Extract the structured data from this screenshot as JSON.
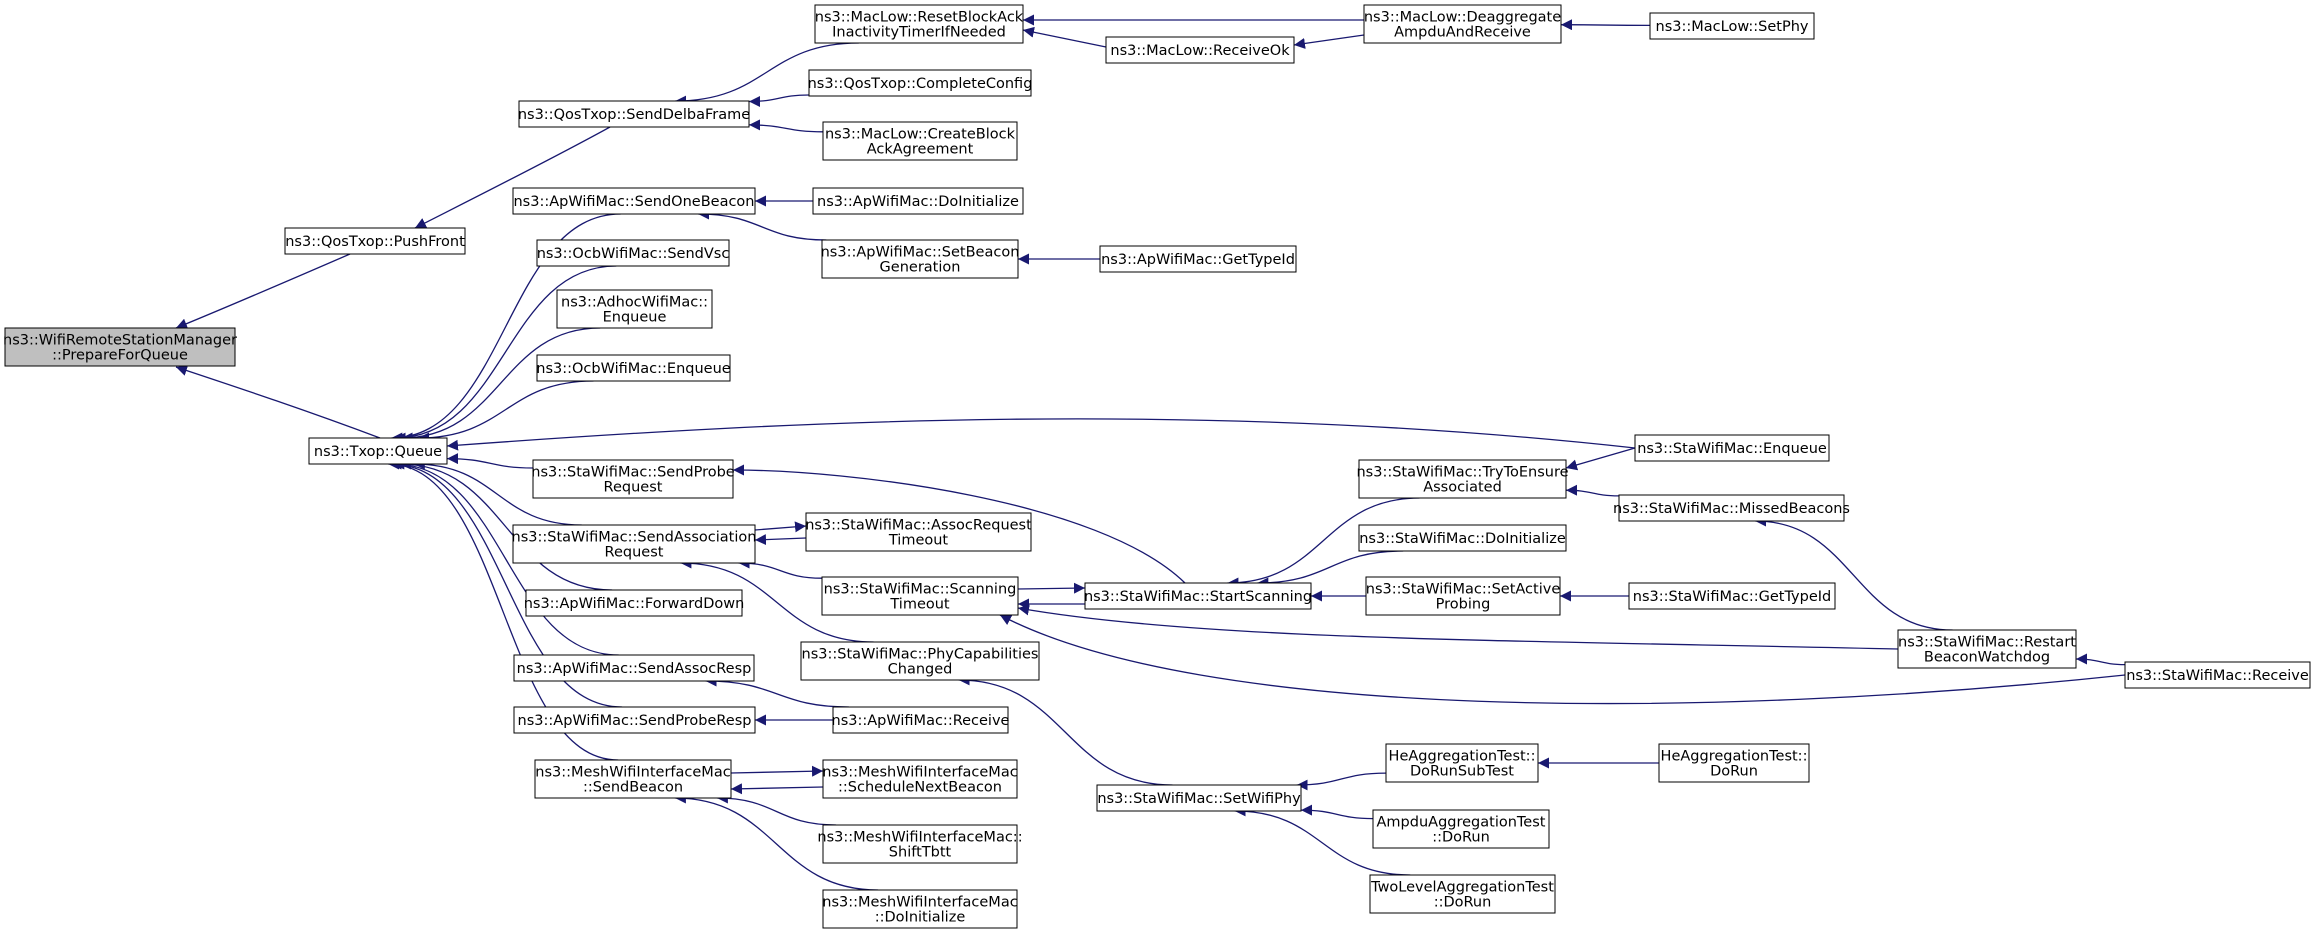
{
  "diagram": {
    "type": "call-graph",
    "colors": {
      "edge": "#191970",
      "node_border": "#000000",
      "node_fill": "#ffffff",
      "root_fill": "#bfbfbf"
    },
    "nodes": [
      {
        "id": "prepare",
        "lines": [
          "ns3::WifiRemoteStationManager",
          "::PrepareForQueue"
        ],
        "root": true
      },
      {
        "id": "pushfront",
        "lines": [
          "ns3::QosTxop::PushFront"
        ]
      },
      {
        "id": "queue",
        "lines": [
          "ns3::Txop::Queue"
        ]
      },
      {
        "id": "senddelba",
        "lines": [
          "ns3::QosTxop::SendDelbaFrame"
        ]
      },
      {
        "id": "resetblock",
        "lines": [
          "ns3::MacLow::ResetBlockAck",
          "InactivityTimerIfNeeded"
        ]
      },
      {
        "id": "completeconfig",
        "lines": [
          "ns3::QosTxop::CompleteConfig"
        ]
      },
      {
        "id": "createblock",
        "lines": [
          "ns3::MacLow::CreateBlock",
          "AckAgreement"
        ]
      },
      {
        "id": "receiveok",
        "lines": [
          "ns3::MacLow::ReceiveOk"
        ]
      },
      {
        "id": "deaggregate",
        "lines": [
          "ns3::MacLow::Deaggregate",
          "AmpduAndReceive"
        ]
      },
      {
        "id": "setphy",
        "lines": [
          "ns3::MacLow::SetPhy"
        ]
      },
      {
        "id": "sendonebeacon",
        "lines": [
          "ns3::ApWifiMac::SendOneBeacon"
        ]
      },
      {
        "id": "apdoinit",
        "lines": [
          "ns3::ApWifiMac::DoInitialize"
        ]
      },
      {
        "id": "setbeacongen",
        "lines": [
          "ns3::ApWifiMac::SetBeacon",
          "Generation"
        ]
      },
      {
        "id": "apgettypeid",
        "lines": [
          "ns3::ApWifiMac::GetTypeId"
        ]
      },
      {
        "id": "ocbsendvsc",
        "lines": [
          "ns3::OcbWifiMac::SendVsc"
        ]
      },
      {
        "id": "adhocenqueue",
        "lines": [
          "ns3::AdhocWifiMac::",
          "Enqueue"
        ]
      },
      {
        "id": "ocbenqueue",
        "lines": [
          "ns3::OcbWifiMac::Enqueue"
        ]
      },
      {
        "id": "staenqueue",
        "lines": [
          "ns3::StaWifiMac::Enqueue"
        ]
      },
      {
        "id": "sendprobereq",
        "lines": [
          "ns3::StaWifiMac::SendProbe",
          "Request"
        ]
      },
      {
        "id": "sendassocreq",
        "lines": [
          "ns3::StaWifiMac::SendAssociation",
          "Request"
        ]
      },
      {
        "id": "assocreqtimeout",
        "lines": [
          "ns3::StaWifiMac::AssocRequest",
          "Timeout"
        ]
      },
      {
        "id": "scanningtimeout",
        "lines": [
          "ns3::StaWifiMac::Scanning",
          "Timeout"
        ]
      },
      {
        "id": "startscanning",
        "lines": [
          "ns3::StaWifiMac::StartScanning"
        ]
      },
      {
        "id": "trytoensure",
        "lines": [
          "ns3::StaWifiMac::TryToEnsure",
          "Associated"
        ]
      },
      {
        "id": "missedbeacons",
        "lines": [
          "ns3::StaWifiMac::MissedBeacons"
        ]
      },
      {
        "id": "stadoinit",
        "lines": [
          "ns3::StaWifiMac::DoInitialize"
        ]
      },
      {
        "id": "setactiveprobing",
        "lines": [
          "ns3::StaWifiMac::SetActive",
          "Probing"
        ]
      },
      {
        "id": "stagettypeid",
        "lines": [
          "ns3::StaWifiMac::GetTypeId"
        ]
      },
      {
        "id": "restartbeacon",
        "lines": [
          "ns3::StaWifiMac::Restart",
          "BeaconWatchdog"
        ]
      },
      {
        "id": "stareceive",
        "lines": [
          "ns3::StaWifiMac::Receive"
        ]
      },
      {
        "id": "forwarddown",
        "lines": [
          "ns3::ApWifiMac::ForwardDown"
        ]
      },
      {
        "id": "phycap",
        "lines": [
          "ns3::StaWifiMac::PhyCapabilities",
          "Changed"
        ]
      },
      {
        "id": "sendassocresp",
        "lines": [
          "ns3::ApWifiMac::SendAssocResp"
        ]
      },
      {
        "id": "sendproberesp",
        "lines": [
          "ns3::ApWifiMac::SendProbeResp"
        ]
      },
      {
        "id": "apreceive",
        "lines": [
          "ns3::ApWifiMac::Receive"
        ]
      },
      {
        "id": "meshsendbeacon",
        "lines": [
          "ns3::MeshWifiInterfaceMac",
          "::SendBeacon"
        ]
      },
      {
        "id": "meshschedule",
        "lines": [
          "ns3::MeshWifiInterfaceMac",
          "::ScheduleNextBeacon"
        ]
      },
      {
        "id": "meshshift",
        "lines": [
          "ns3::MeshWifiInterfaceMac::",
          "ShiftTbtt"
        ]
      },
      {
        "id": "meshdoinit",
        "lines": [
          "ns3::MeshWifiInterfaceMac",
          "::DoInitialize"
        ]
      },
      {
        "id": "setwifiphy",
        "lines": [
          "ns3::StaWifiMac::SetWifiPhy"
        ]
      },
      {
        "id": "hedorunsub",
        "lines": [
          "HeAggregationTest::",
          "DoRunSubTest"
        ]
      },
      {
        "id": "hedorun",
        "lines": [
          "HeAggregationTest::",
          "DoRun"
        ]
      },
      {
        "id": "ampdudorun",
        "lines": [
          "AmpduAggregationTest",
          "::DoRun"
        ]
      },
      {
        "id": "twoleveldorun",
        "lines": [
          "TwoLevelAggregationTest",
          "::DoRun"
        ]
      }
    ],
    "edges": [
      {
        "from": "pushfront",
        "to": "prepare"
      },
      {
        "from": "queue",
        "to": "prepare"
      },
      {
        "from": "senddelba",
        "to": "pushfront"
      },
      {
        "from": "resetblock",
        "to": "senddelba"
      },
      {
        "from": "completeconfig",
        "to": "senddelba"
      },
      {
        "from": "createblock",
        "to": "senddelba"
      },
      {
        "from": "receiveok",
        "to": "resetblock"
      },
      {
        "from": "deaggregate",
        "to": "resetblock"
      },
      {
        "from": "deaggregate",
        "to": "receiveok"
      },
      {
        "from": "setphy",
        "to": "deaggregate"
      },
      {
        "from": "sendonebeacon",
        "to": "queue"
      },
      {
        "from": "ocbsendvsc",
        "to": "queue"
      },
      {
        "from": "adhocenqueue",
        "to": "queue"
      },
      {
        "from": "ocbenqueue",
        "to": "queue"
      },
      {
        "from": "staenqueue",
        "to": "queue"
      },
      {
        "from": "sendprobereq",
        "to": "queue"
      },
      {
        "from": "sendassocreq",
        "to": "queue"
      },
      {
        "from": "forwarddown",
        "to": "queue"
      },
      {
        "from": "sendassocresp",
        "to": "queue"
      },
      {
        "from": "sendproberesp",
        "to": "queue"
      },
      {
        "from": "meshsendbeacon",
        "to": "queue"
      },
      {
        "from": "apdoinit",
        "to": "sendonebeacon"
      },
      {
        "from": "setbeacongen",
        "to": "sendonebeacon"
      },
      {
        "from": "apgettypeid",
        "to": "setbeacongen"
      },
      {
        "from": "startscanning",
        "to": "sendprobereq"
      },
      {
        "from": "assocreqtimeout",
        "to": "sendassocreq"
      },
      {
        "from": "sendassocreq",
        "to": "assocreqtimeout"
      },
      {
        "from": "scanningtimeout",
        "to": "sendassocreq"
      },
      {
        "from": "phycap",
        "to": "sendassocreq"
      },
      {
        "from": "scanningtimeout",
        "to": "startscanning"
      },
      {
        "from": "startscanning",
        "to": "scanningtimeout"
      },
      {
        "from": "restartbeacon",
        "to": "scanningtimeout"
      },
      {
        "from": "stareceive",
        "to": "scanningtimeout"
      },
      {
        "from": "trytoensure",
        "to": "startscanning"
      },
      {
        "from": "stadoinit",
        "to": "startscanning"
      },
      {
        "from": "setactiveprobing",
        "to": "startscanning"
      },
      {
        "from": "staenqueue",
        "to": "trytoensure"
      },
      {
        "from": "missedbeacons",
        "to": "trytoensure"
      },
      {
        "from": "restartbeacon",
        "to": "missedbeacons"
      },
      {
        "from": "stagettypeid",
        "to": "setactiveprobing"
      },
      {
        "from": "stareceive",
        "to": "restartbeacon"
      },
      {
        "from": "apreceive",
        "to": "sendassocresp"
      },
      {
        "from": "apreceive",
        "to": "sendproberesp"
      },
      {
        "from": "meshschedule",
        "to": "meshsendbeacon"
      },
      {
        "from": "meshsendbeacon",
        "to": "meshschedule"
      },
      {
        "from": "meshshift",
        "to": "meshsendbeacon"
      },
      {
        "from": "meshdoinit",
        "to": "meshsendbeacon"
      },
      {
        "from": "setwifiphy",
        "to": "phycap"
      },
      {
        "from": "hedorunsub",
        "to": "setwifiphy"
      },
      {
        "from": "ampdudorun",
        "to": "setwifiphy"
      },
      {
        "from": "twoleveldorun",
        "to": "setwifiphy"
      },
      {
        "from": "hedorun",
        "to": "hedorunsub"
      }
    ]
  }
}
